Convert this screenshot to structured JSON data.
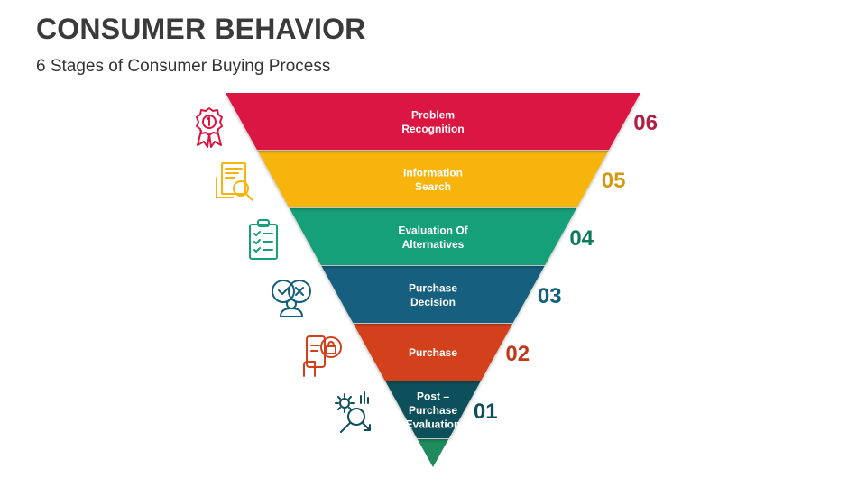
{
  "header": {
    "title": "CONSUMER BEHAVIOR",
    "subtitle": "6 Stages of Consumer Buying Process"
  },
  "funnel": {
    "tip_color": "#1e8a5e",
    "stages": [
      {
        "number": "06",
        "lines": [
          "Problem",
          "Recognition"
        ],
        "color": "#dc1442",
        "number_color": "#b01e42",
        "icon": "award-ribbon-icon"
      },
      {
        "number": "05",
        "lines": [
          "Information",
          "Search"
        ],
        "color": "#f7b40f",
        "number_color": "#d39a10",
        "icon": "search-document-icon"
      },
      {
        "number": "04",
        "lines": [
          "Evaluation Of",
          "Alternatives"
        ],
        "color": "#16a07a",
        "number_color": "#117a5e",
        "icon": "clipboard-checklist-icon"
      },
      {
        "number": "03",
        "lines": [
          "Purchase",
          "Decision"
        ],
        "color": "#135f7e",
        "number_color": "#135f7e",
        "icon": "decision-person-icon"
      },
      {
        "number": "02",
        "lines": [
          "Purchase"
        ],
        "color": "#d2401b",
        "number_color": "#c0391a",
        "icon": "mobile-shopping-icon"
      },
      {
        "number": "01",
        "lines": [
          "Post –",
          "Purchase",
          "Evaluation"
        ],
        "color": "#0f4f5a",
        "number_color": "#0f4f5a",
        "icon": "gear-analysis-icon"
      }
    ]
  }
}
